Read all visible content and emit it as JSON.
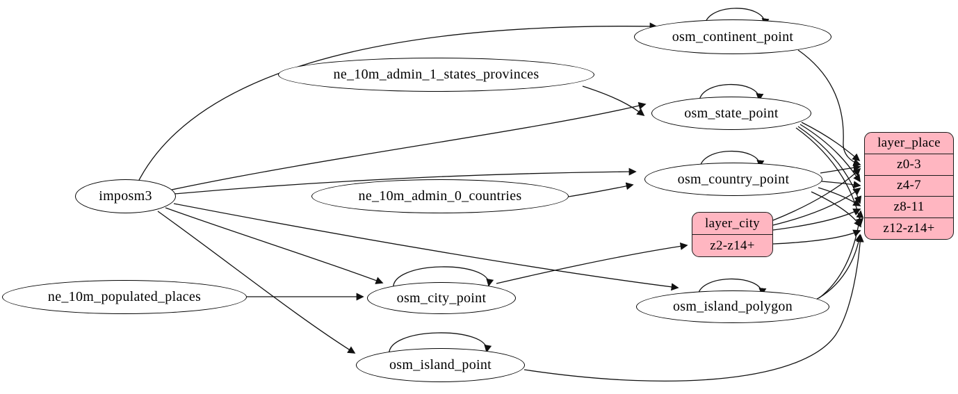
{
  "diagram": {
    "type": "graphviz-etl-flow",
    "colors": {
      "record_fill": "#ffb6c1",
      "ellipse_fill": "#ffffff",
      "stroke": "#000000",
      "background": "#ffffff"
    },
    "nodes": {
      "imposm3": {
        "label": "imposm3",
        "shape": "ellipse"
      },
      "ne_10m_admin_1_states_provinces": {
        "label": "ne_10m_admin_1_states_provinces",
        "shape": "ellipse"
      },
      "ne_10m_admin_0_countries": {
        "label": "ne_10m_admin_0_countries",
        "shape": "ellipse"
      },
      "ne_10m_populated_places": {
        "label": "ne_10m_populated_places",
        "shape": "ellipse"
      },
      "osm_continent_point": {
        "label": "osm_continent_point",
        "shape": "ellipse"
      },
      "osm_state_point": {
        "label": "osm_state_point",
        "shape": "ellipse"
      },
      "osm_country_point": {
        "label": "osm_country_point",
        "shape": "ellipse"
      },
      "osm_city_point": {
        "label": "osm_city_point",
        "shape": "ellipse"
      },
      "osm_island_polygon": {
        "label": "osm_island_polygon",
        "shape": "ellipse"
      },
      "osm_island_point": {
        "label": "osm_island_point",
        "shape": "ellipse"
      },
      "layer_city": {
        "title": "layer_city",
        "rows": [
          "z2-z14+"
        ],
        "shape": "record"
      },
      "layer_place": {
        "title": "layer_place",
        "rows": [
          "z0-3",
          "z4-7",
          "z8-11",
          "z12-z14+"
        ],
        "shape": "record"
      }
    },
    "edges": [
      {
        "from": "imposm3",
        "to": "osm_continent_point"
      },
      {
        "from": "imposm3",
        "to": "osm_state_point"
      },
      {
        "from": "imposm3",
        "to": "osm_country_point"
      },
      {
        "from": "imposm3",
        "to": "osm_city_point"
      },
      {
        "from": "imposm3",
        "to": "osm_island_polygon"
      },
      {
        "from": "imposm3",
        "to": "osm_island_point"
      },
      {
        "from": "ne_10m_admin_1_states_provinces",
        "to": "osm_state_point"
      },
      {
        "from": "ne_10m_admin_0_countries",
        "to": "osm_country_point"
      },
      {
        "from": "ne_10m_populated_places",
        "to": "osm_city_point"
      },
      {
        "from": "osm_continent_point",
        "to": "osm_continent_point"
      },
      {
        "from": "osm_state_point",
        "to": "osm_state_point"
      },
      {
        "from": "osm_country_point",
        "to": "osm_country_point"
      },
      {
        "from": "osm_city_point",
        "to": "osm_city_point"
      },
      {
        "from": "osm_island_polygon",
        "to": "osm_island_polygon"
      },
      {
        "from": "osm_island_point",
        "to": "osm_island_point"
      },
      {
        "from": "osm_city_point",
        "to": "layer_city:z2-z14+"
      },
      {
        "from": "osm_continent_point",
        "to": "layer_place:z0-3"
      },
      {
        "from": "osm_state_point",
        "to": "layer_place:z0-3"
      },
      {
        "from": "osm_state_point",
        "to": "layer_place:z4-7"
      },
      {
        "from": "osm_state_point",
        "to": "layer_place:z8-11"
      },
      {
        "from": "osm_state_point",
        "to": "layer_place:z12-z14+"
      },
      {
        "from": "osm_country_point",
        "to": "layer_place:z0-3"
      },
      {
        "from": "osm_country_point",
        "to": "layer_place:z4-7"
      },
      {
        "from": "osm_country_point",
        "to": "layer_place:z8-11"
      },
      {
        "from": "osm_country_point",
        "to": "layer_place:z12-z14+"
      },
      {
        "from": "layer_city",
        "to": "layer_place:z0-3"
      },
      {
        "from": "layer_city",
        "to": "layer_place:z4-7"
      },
      {
        "from": "layer_city",
        "to": "layer_place:z8-11"
      },
      {
        "from": "layer_city",
        "to": "layer_place:z12-z14+"
      },
      {
        "from": "osm_island_polygon",
        "to": "layer_place:z8-11"
      },
      {
        "from": "osm_island_polygon",
        "to": "layer_place:z12-z14+"
      },
      {
        "from": "osm_island_point",
        "to": "layer_place:z12-z14+"
      }
    ]
  }
}
